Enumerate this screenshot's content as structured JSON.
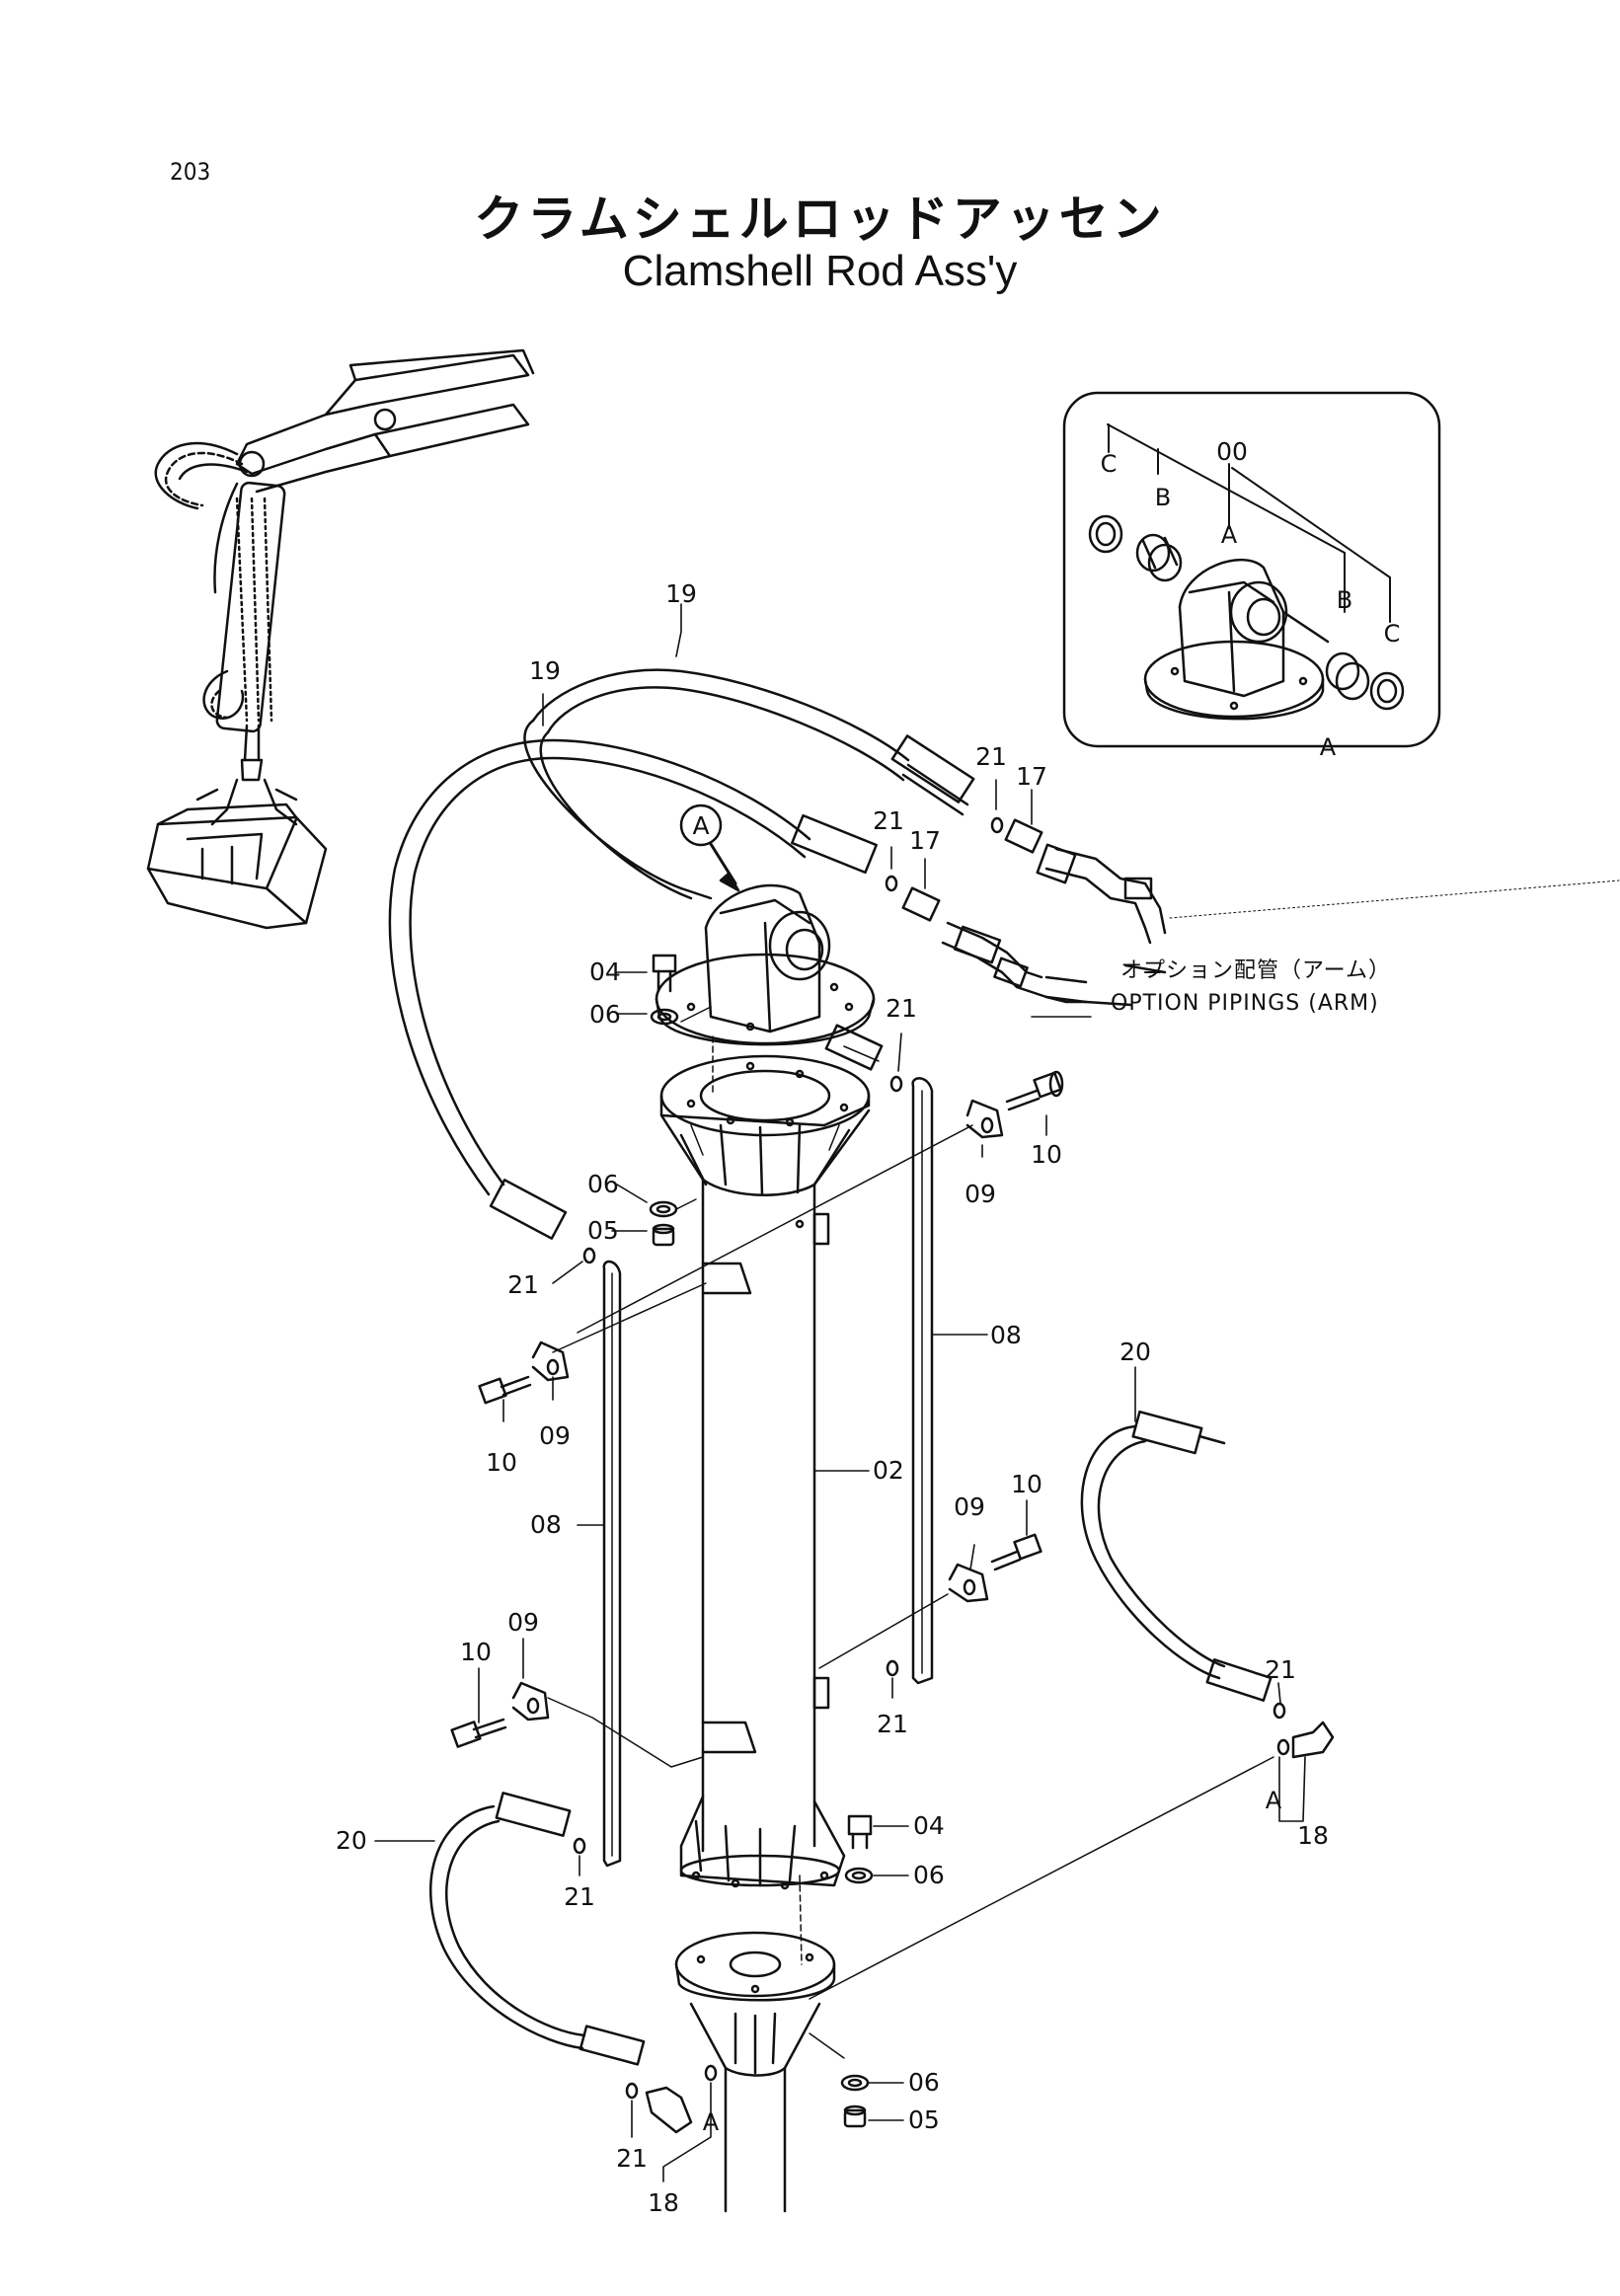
{
  "page": {
    "number": "203"
  },
  "title": {
    "japanese": "クラムシェルロッドアッセン",
    "english": "Clamshell Rod Ass'y"
  },
  "callouts": {
    "detail_ref": "A",
    "inset_00": "00",
    "inset_a_top": "A",
    "inset_b_left": "B",
    "inset_c_left": "C",
    "inset_b_right": "B",
    "inset_c_right": "C",
    "inset_a_bottom": "A",
    "p19a": "19",
    "p19b": "19",
    "p21a": "21",
    "p17a": "17",
    "p21b": "21",
    "p17b": "17",
    "p04a": "04",
    "p06a": "06",
    "p21c": "21",
    "p10a": "10",
    "p09a": "09",
    "p06b": "06",
    "p05a": "05",
    "p21d": "21",
    "p08a": "08",
    "p20a": "20",
    "p09b": "09",
    "p10b": "10",
    "p02": "02",
    "p08b": "08",
    "p10c": "10",
    "p09c": "09",
    "p10d": "10",
    "p09d": "09",
    "p21e": "21",
    "p21f": "21",
    "p_a1": "A",
    "p18a": "18",
    "p04b": "04",
    "p06c": "06",
    "p20b": "20",
    "p21g": "21",
    "p06d": "06",
    "p05b": "05",
    "p21h": "21",
    "p_a2": "A",
    "p18b": "18"
  },
  "notes": {
    "option_jp": "オプション配管（アーム）",
    "option_en": "OPTION PIPINGS (ARM)"
  }
}
